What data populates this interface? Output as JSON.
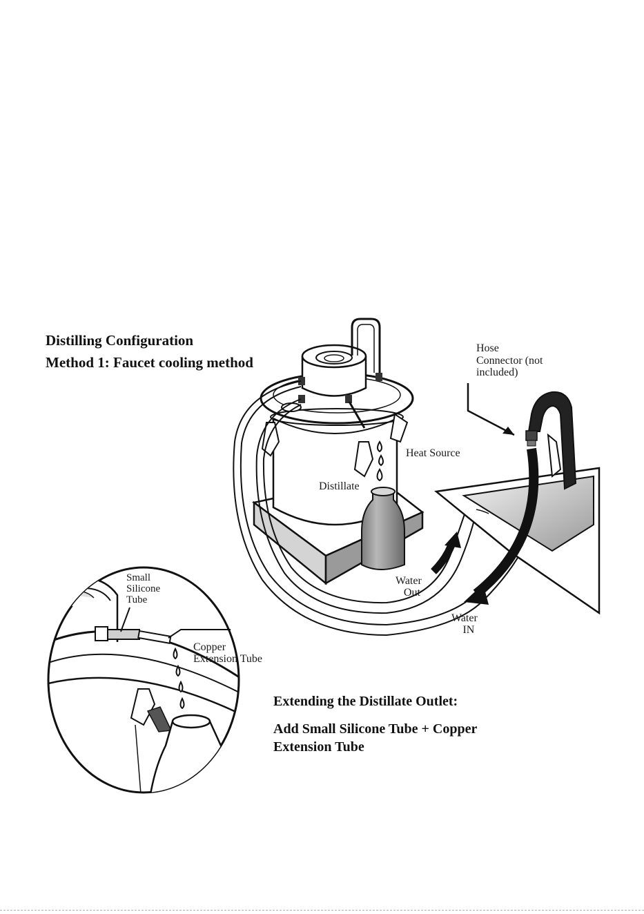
{
  "header": {
    "line1": "Distilling Configuration",
    "line2": "Method 1: Faucet cooling method"
  },
  "labels": {
    "hose_connector": [
      "Hose",
      "Connector (not",
      "included)"
    ],
    "heat_source": "Heat Source",
    "distillate": "Distillate",
    "water_out": [
      "Water",
      "Out"
    ],
    "water_in": [
      "Water",
      "IN"
    ],
    "small_silicone_tube": [
      "Small",
      "Silicone",
      "Tube"
    ],
    "copper_extension_tube": [
      "Copper",
      "Extension Tube"
    ]
  },
  "footer": {
    "title": "Extending the Distillate Outlet:",
    "body_line1": "Add Small Silicone Tube + Copper",
    "body_line2": "Extension Tube"
  }
}
